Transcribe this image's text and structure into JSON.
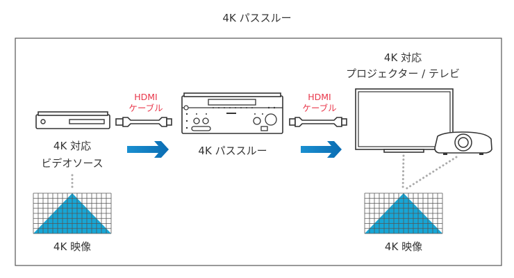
{
  "title": "4K パススルー",
  "source": {
    "line1": "4K 対応",
    "line2": "ビデオソース",
    "image_label": "4K 映像"
  },
  "cable1": {
    "line1": "HDMI",
    "line2": "ケーブル"
  },
  "receiver": {
    "label": "4K パススルー"
  },
  "cable2": {
    "line1": "HDMI",
    "line2": "ケーブル"
  },
  "display": {
    "line1": "4K 対応",
    "line2": "プロジェクター / テレビ",
    "image_label": "4K 映像"
  },
  "colors": {
    "accent": "#0b7fc4",
    "cable_label": "#e8364a",
    "grid_fill": "#17a6d6"
  }
}
